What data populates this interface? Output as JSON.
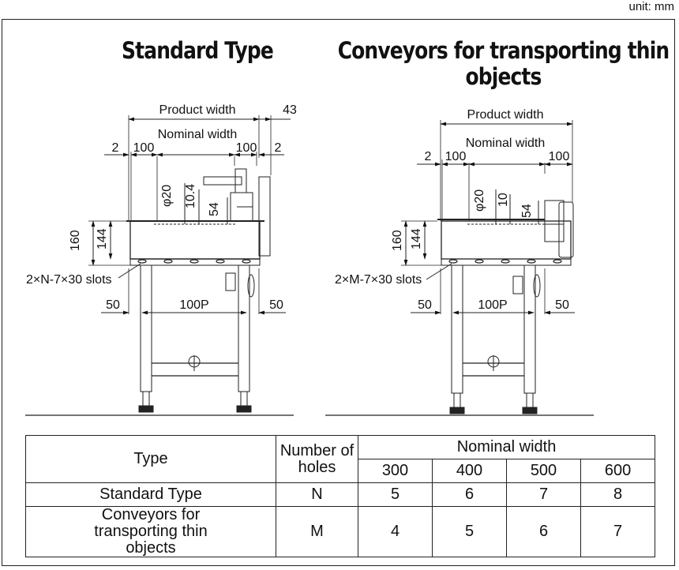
{
  "unit_label": "unit: mm",
  "titles": {
    "standard": "Standard Type",
    "thin": "Conveyors for transporting thin objects"
  },
  "drawing_standard": {
    "product_width": "Product width",
    "right_ext": "43",
    "nominal_width": "Nominal width",
    "edge_left": "2",
    "frame_left": "100",
    "frame_right": "100",
    "edge_right": "2",
    "roller_dia": "φ20",
    "roller_offset": "10.4",
    "frame_gap": "54",
    "overall_height": "160",
    "frame_height": "144",
    "slots_note": "2×N-7×30 slots",
    "pitch_left": "50",
    "pitch": "100P",
    "pitch_right": "50"
  },
  "drawing_thin": {
    "product_width": "Product width",
    "nominal_width": "Nominal width",
    "edge_left": "2",
    "frame_left": "100",
    "frame_right": "100",
    "roller_dia": "φ20",
    "roller_offset": "10",
    "frame_gap": "54",
    "overall_height": "160",
    "frame_height": "144",
    "slots_note": "2×M-7×30 slots",
    "pitch_left": "50",
    "pitch": "100P",
    "pitch_right": "50"
  },
  "table": {
    "type_header": "Type",
    "holes_header": "Number of holes",
    "nominal_header": "Nominal width",
    "widths": [
      "300",
      "400",
      "500",
      "600"
    ],
    "rows": [
      {
        "type": "Standard Type",
        "holes": "N",
        "values": [
          "5",
          "6",
          "7",
          "8"
        ]
      },
      {
        "type": "Conveyors for transporting thin objects",
        "holes": "M",
        "values": [
          "4",
          "5",
          "6",
          "7"
        ]
      }
    ]
  }
}
